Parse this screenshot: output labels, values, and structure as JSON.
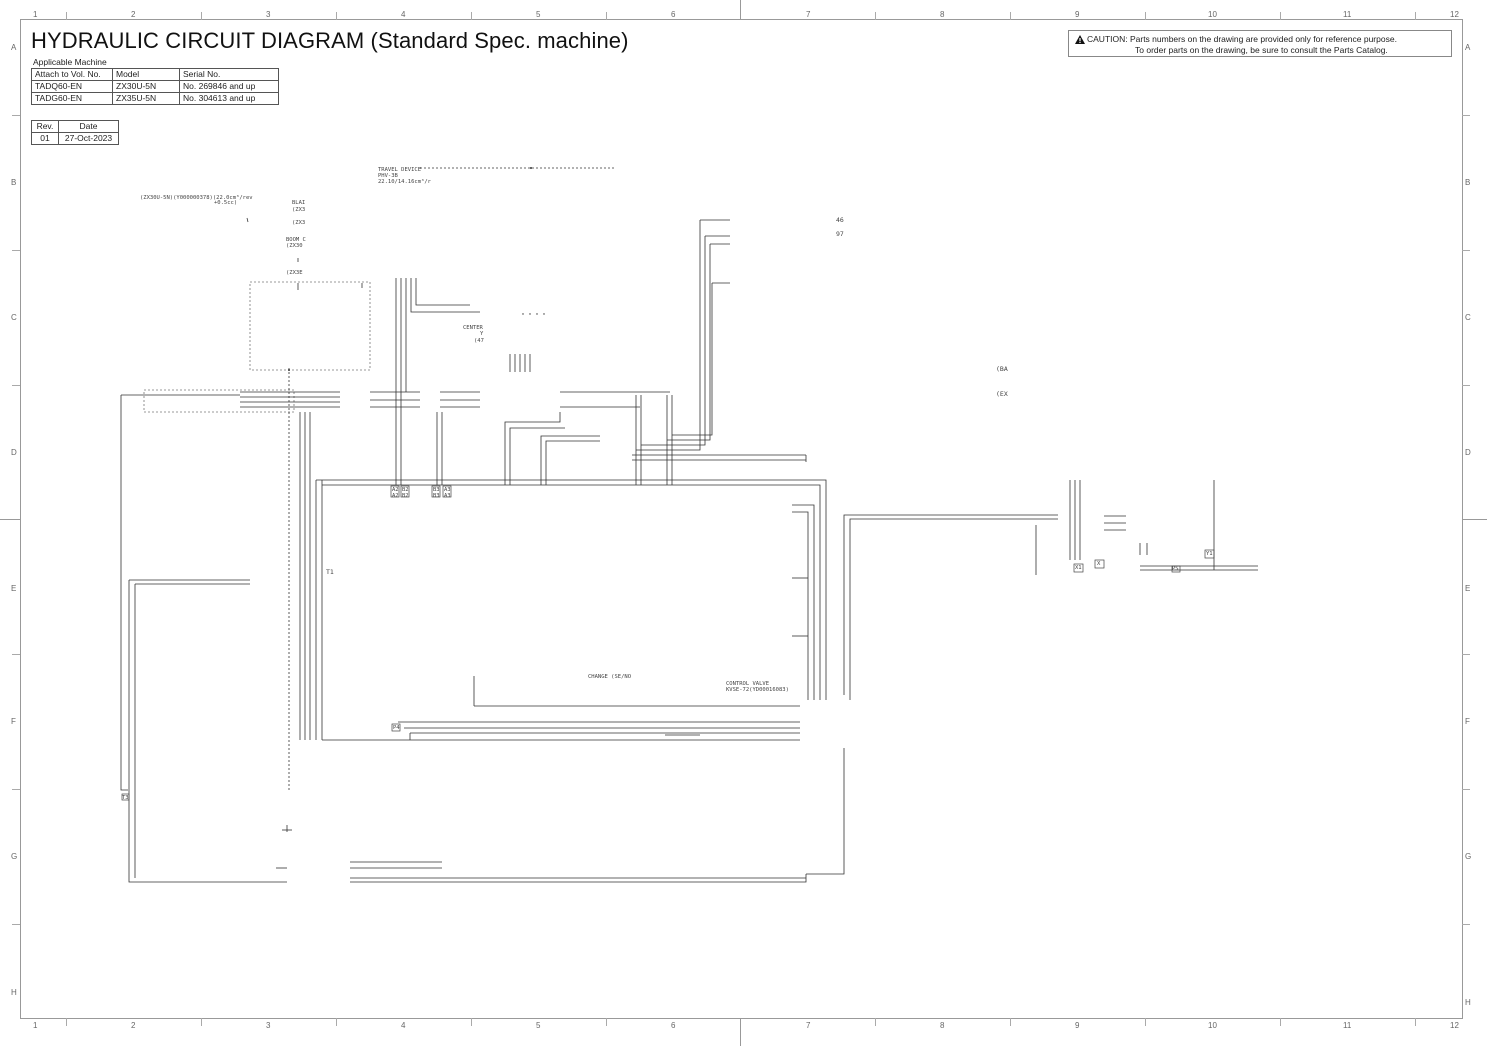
{
  "title": "HYDRAULIC CIRCUIT DIAGRAM (Standard Spec. machine)",
  "applicable_label": "Applicable Machine",
  "machine_table": {
    "headers": [
      "Attach to Vol. No.",
      "Model",
      "Serial No."
    ],
    "rows": [
      [
        "TADQ60-EN",
        "ZX30U-5N",
        "No. 269846 and up"
      ],
      [
        "TADG60-EN",
        "ZX35U-5N",
        "No. 304613 and up"
      ]
    ]
  },
  "revision_table": {
    "headers": [
      "Rev.",
      "Date"
    ],
    "rows": [
      [
        "01",
        "27-Oct-2023"
      ]
    ]
  },
  "caution": {
    "line1": "CAUTION: Parts numbers on the drawing are provided only for reference purpose.",
    "line2": "To order parts on the drawing, be sure to consult the Parts Catalog."
  },
  "ruler": {
    "columns": [
      "1",
      "2",
      "3",
      "4",
      "5",
      "6",
      "7",
      "8",
      "9",
      "10",
      "11",
      "12"
    ],
    "rows": [
      "A",
      "B",
      "C",
      "D",
      "E",
      "F",
      "G",
      "H"
    ]
  },
  "labels": {
    "travel_device": [
      "TRAVEL DEVICE",
      "PHV-3B",
      "22.10/14.16cm³/r"
    ],
    "pump_code": "(ZX30U-5N)(Y000000378)(22.0cm³/rev",
    "pump_code_sub": "+0.5cc)",
    "blade": "BLAI",
    "blade2": "(ZX3",
    "blade3": "(ZX3",
    "boom": "BOOM C",
    "boom2": "(ZX30",
    "boom3": "(ZX3E",
    "center": "CENTER",
    "center_y": "Y",
    "center_num": "(47",
    "n46": "46",
    "n97": "97",
    "ba": "(BA",
    "ex": "(EX",
    "t1": "T1",
    "control_valve": [
      "CONTROL VALVE",
      "KVSE-72(YD00016083)"
    ],
    "change": "CHANGE   (SE/NO",
    "t_bottom": "T3",
    "x_left": "X1",
    "x_right": "X",
    "y_port": "Y1",
    "ps": "PS",
    "ports": [
      "A2",
      "B2",
      "B3",
      "A3",
      "A2",
      "B2",
      "B3",
      "A3"
    ],
    "port_pa": "P4"
  }
}
